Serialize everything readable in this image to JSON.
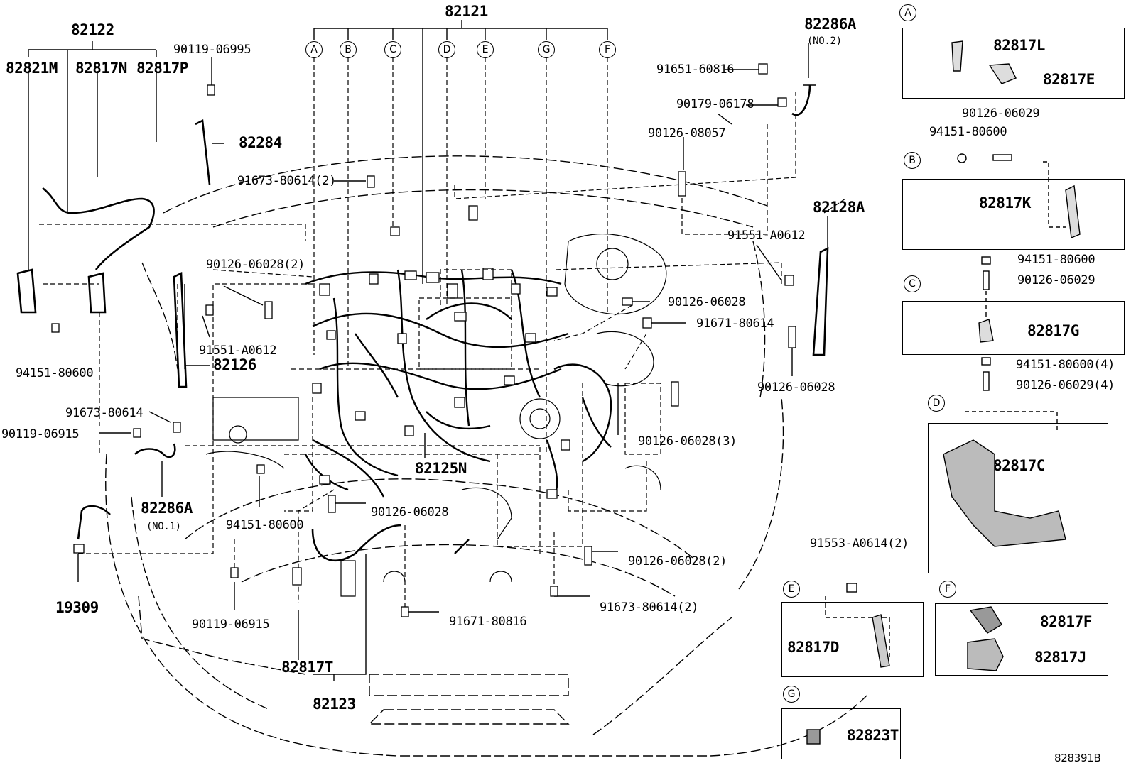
{
  "figure_code": "828391B",
  "labels": {
    "p82121": "82121",
    "p82122": "82122",
    "p82821M": "82821M",
    "p82817N": "82817N",
    "p82817P": "82817P",
    "p90119_06995": "90119-06995",
    "p82284": "82284",
    "p82286A_top": "82286A",
    "no2": "(NO.2)",
    "p91651_60816": "91651-60816",
    "p90179_06178": "90179-06178",
    "p90126_08057": "90126-08057",
    "p91673_80614_2_top": "91673-80614(2)",
    "p82128A": "82128A",
    "p91551_A0612_right": "91551-A0612",
    "p90126_06028_2_left": "90126-06028(2)",
    "p90126_06028_mid": "90126-06028",
    "p91671_80614": "91671-80614",
    "p91551_A0612_left": "91551-A0612",
    "p82126": "82126",
    "p90126_06028_right": "90126-06028",
    "p94151_80600_left": "94151-80600",
    "p91673_80614_left": "91673-80614",
    "p90119_06915_left": "90119-06915",
    "p90126_06028_3": "90126-06028(3)",
    "p82125N": "82125N",
    "p82286A_bottom": "82286A",
    "no1": "(NO.1)",
    "p94151_80600_mid": "94151-80600",
    "p90126_06028_lower": "90126-06028",
    "p90126_06028_2_lower": "90126-06028(2)",
    "p19309": "19309",
    "p90119_06915_bottom": "90119-06915",
    "p91673_80614_2_bottom": "91673-80614(2)",
    "p91671_80816": "91671-80816",
    "p82817T": "82817T",
    "p82123": "82123"
  },
  "harness_letters": [
    "A",
    "B",
    "C",
    "D",
    "E",
    "G",
    "F"
  ],
  "insets": {
    "A": {
      "letter": "A",
      "parts": [
        "82817L",
        "82817E"
      ]
    },
    "B": {
      "letter": "B",
      "top_parts": [
        "90126-06029",
        "94151-80600"
      ],
      "parts": [
        "82817K"
      ]
    },
    "C": {
      "letter": "C",
      "top_parts": [
        "94151-80600",
        "90126-06029"
      ],
      "parts": [
        "82817G"
      ]
    },
    "D": {
      "letter": "D",
      "top_parts": [
        "94151-80600(4)",
        "90126-06029(4)"
      ],
      "parts": [
        "82817C"
      ]
    },
    "E": {
      "letter": "E",
      "top_parts": [
        "91553-A0614(2)"
      ],
      "parts": [
        "82817D"
      ]
    },
    "F": {
      "letter": "F",
      "parts": [
        "82817F",
        "82817J"
      ]
    },
    "G": {
      "letter": "G",
      "parts": [
        "82823T"
      ]
    }
  }
}
